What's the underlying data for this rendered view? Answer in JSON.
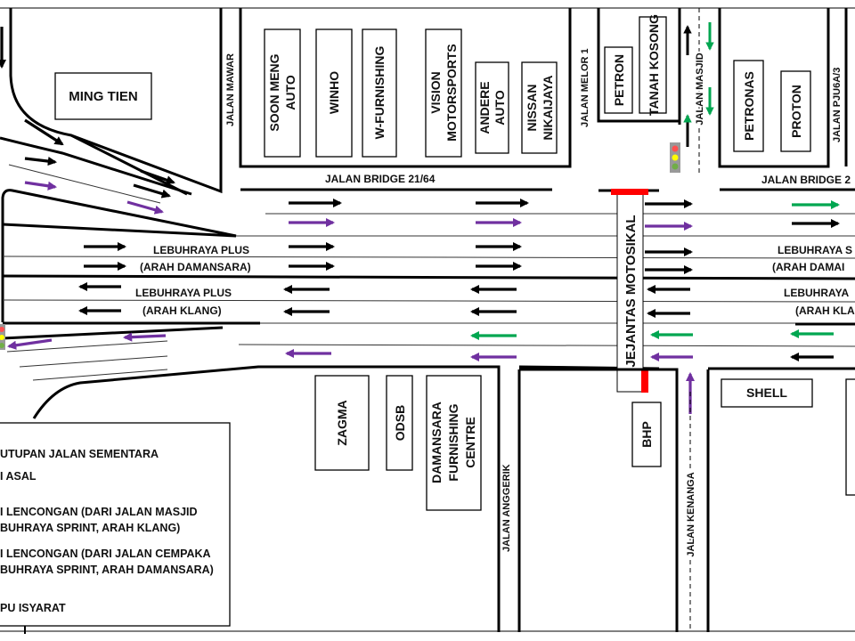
{
  "colors": {
    "black_arrow": "#000000",
    "purple_arrow": "#7030a0",
    "green_arrow": "#00a650",
    "closure": "#ff0000"
  },
  "buildings": {
    "ming_tien": "MING TIEN",
    "soon_meng_1": "SOON MENG",
    "soon_meng_2": "AUTO",
    "winho": "WINHO",
    "w_furnishing": "W-FURNISHING",
    "vision_1": "VISION",
    "vision_2": "MOTORSPORTS",
    "andere_1": "ANDERE",
    "andere_2": "AUTO",
    "nissan_1": "NISSAN",
    "nissan_2": "NIKAIJAYA",
    "petron": "PETRON",
    "tanah_kosong": "TANAH KOSONG",
    "petronas": "PETRONAS",
    "proton": "PROTON",
    "zagma": "ZAGMA",
    "odsb": "ODSB",
    "damansara_1": "DAMANSARA",
    "damansara_2": "FURNISHING",
    "damansara_3": "CENTRE",
    "bhp": "BHP",
    "shell": "SHELL"
  },
  "roads": {
    "jalan_mawar": "JALAN MAWAR",
    "jalan_melor_1": "JALAN MELOR 1",
    "jalan_masjid": "JALAN MASJID",
    "jalan_pju6a3": "JALAN PJU6A/3",
    "jalan_bridge_left": "JALAN BRIDGE 21/64",
    "jalan_bridge_right": "JALAN BRIDGE 2",
    "plus_dam_1": "LEBUHRAYA PLUS",
    "plus_dam_2": "(ARAH DAMANSARA)",
    "plus_klang_1": "LEBUHRAYA PLUS",
    "plus_klang_2": "(ARAH KLANG)",
    "sprint_dam_1": "LEBUHRAYA S",
    "sprint_dam_2": "(ARAH DAMAI",
    "sprint_klang_1": "LEBUHRAYA",
    "sprint_klang_2": "(ARAH KLA",
    "jejantas": "JEJANTAS MOTOSIKAL",
    "jalan_anggerik": "JALAN ANGGERIK",
    "jalan_kenanga": "JALAN KENANGA"
  },
  "legend": {
    "items": [
      "UTUPAN JALAN SEMENTARA",
      "I ASAL",
      "I LENCONGAN (DARI JALAN MASJID",
      "BUHRAYA SPRINT, ARAH KLANG)",
      "I LENCONGAN (DARI JALAN CEMPAKA",
      "BUHRAYA SPRINT, ARAH DAMANSARA)",
      "PU ISYARAT"
    ]
  }
}
